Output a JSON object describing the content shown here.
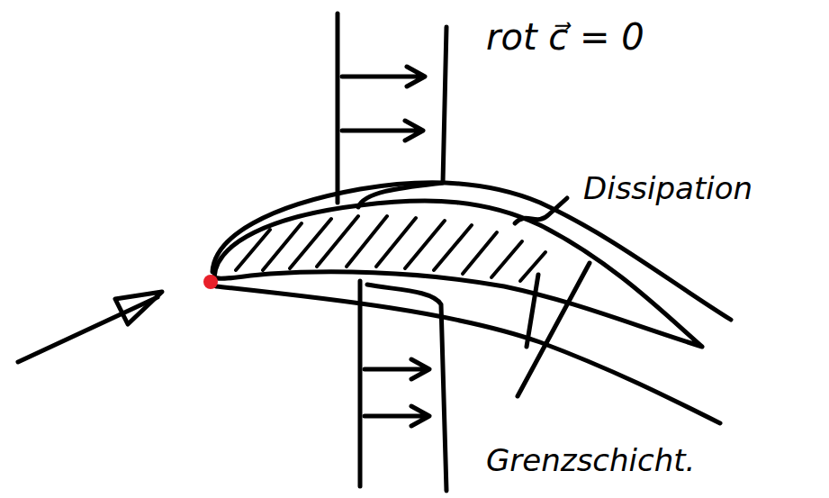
{
  "diagram": {
    "labels": [
      "rot c⃗ = 0",
      "Dissipation",
      "Grenzschicht."
    ]
  }
}
